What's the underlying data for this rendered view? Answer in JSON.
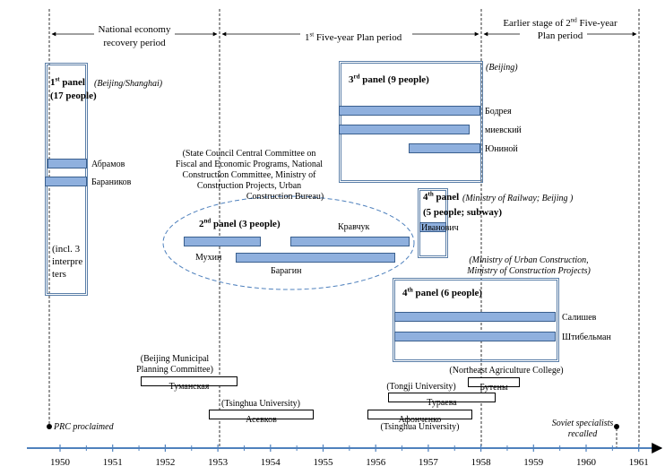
{
  "axis": {
    "years": [
      "1950",
      "1951",
      "1952",
      "1953",
      "1954",
      "1955",
      "1956",
      "1957",
      "1958",
      "1959",
      "1960",
      "1961"
    ]
  },
  "periods": {
    "recovery": [
      "National economy",
      "recovery period"
    ],
    "plan1": "Five-year Plan period",
    "plan1_prefix": "1",
    "plan1_sup": "st",
    "plan2_l1_pre": "Earlier stage of 2",
    "plan2_sup": "nd",
    "plan2_l1_post": " Five-year",
    "plan2_l2": "Plan period"
  },
  "markers": {
    "prc": "PRC proclaimed",
    "soviet": [
      "Soviet specialists",
      "recalled"
    ]
  },
  "panel1": {
    "num": "1",
    "sup": "st",
    "word": " panel",
    "where": "(Beijing/Shanghai)",
    "people": "(17 people)",
    "names": [
      "Абрамов",
      "Бараников"
    ],
    "note": [
      "(incl. 3",
      "interpre",
      "ters"
    ]
  },
  "panel2": {
    "num": "2",
    "sup": "nd",
    "word": " panel (3 people)",
    "committee": [
      "(State Council Central Committee on",
      "Fiscal and Economic Programs, National",
      "Construction Committee,  Ministry of",
      "Construction Projects, Urban",
      "Construction Bureau)"
    ],
    "names": [
      "Кравчук",
      "Мухин",
      "Барагин"
    ]
  },
  "panel3": {
    "num": "3",
    "sup": "rd",
    "word": " panel (9 people)",
    "where": "(Beijing)",
    "names": [
      "Бодрея",
      "миевский",
      "Юниной"
    ]
  },
  "panel4a": {
    "num": "4",
    "sup": "th",
    "word": " panel",
    "where": "(Ministry of Railway; Beijing )",
    "people": "(5 people; subway)",
    "names": [
      "Иванович"
    ]
  },
  "panel4b": {
    "num": "4",
    "sup": "th",
    "word": " panel (6 people)",
    "where": [
      "(Ministry of Urban Construction,",
      "Ministry of Construction Projects)"
    ],
    "names": [
      "Салишев",
      "Штибельман"
    ]
  },
  "others": {
    "bmpc": [
      "(Beijing Municipal",
      "Planning Committee)"
    ],
    "tuman": "Туманская",
    "tsinghua1": "(Tsinghua University)",
    "asevkov": "Асевков",
    "neac": "(Northeast Agriculture College)",
    "buteny": "Бутены",
    "tongji": "(Tongji University)",
    "tuarev": "Тураева",
    "afon": "Афонченко",
    "tsinghua2": "(Tsinghua University)"
  },
  "colors": {
    "bar_fill": "#8fb0de",
    "bar_stroke": "#3a5f8e",
    "axis": "#4f81bd",
    "panel_border": "#5b7fa8"
  }
}
